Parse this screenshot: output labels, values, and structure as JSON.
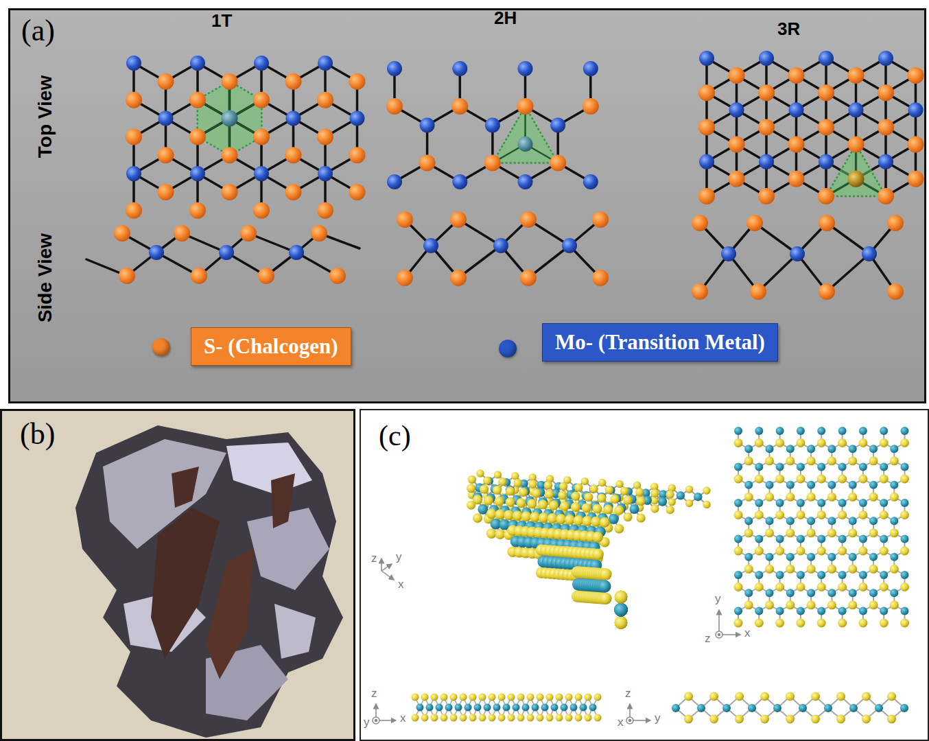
{
  "diagram": {
    "nodes": [
      {
        "text": [
          "(a)"
        ]
      },
      {
        "text": [
          "(b)"
        ]
      },
      {
        "text": [
          "(c)"
        ]
      }
    ],
    "labels": [
      "1T",
      "2H",
      "3R",
      "Top View",
      "Side View",
      "z",
      "y",
      "x",
      "y",
      "z",
      "x",
      "z",
      "y",
      "x",
      "z",
      "x",
      "y"
    ],
    "legend": [
      {
        "text": "S- (Chalcogen)",
        "color": "#f5832a"
      },
      {
        "text": "Mo- (Transition Metal)",
        "color": "#2b57c9"
      }
    ]
  }
}
